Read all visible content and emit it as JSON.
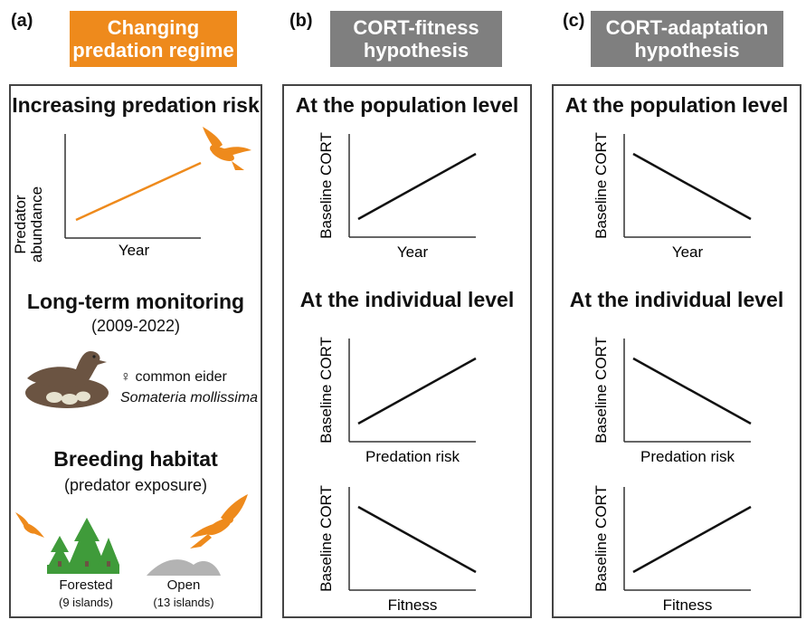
{
  "panels": {
    "a": {
      "letter": "(a)",
      "header": [
        "Changing",
        "predation regime"
      ],
      "risk_title": "Increasing predation risk",
      "risk_ylabel": [
        "Predator",
        "abundance"
      ],
      "risk_xlabel": "Year",
      "monitoring_title": "Long-term monitoring",
      "monitoring_years": "(2009-2022)",
      "species_common": "♀ common eider",
      "species_latin": "Somateria mollissima",
      "habitat_title": "Breeding habitat",
      "habitat_sub": "(predator exposure)",
      "forested_label": "Forested",
      "forested_count": "(9 islands)",
      "open_label": "Open",
      "open_count": "(13 islands)"
    },
    "b": {
      "letter": "(b)",
      "header": [
        "CORT-fitness",
        "hypothesis"
      ],
      "population_title": "At the population level",
      "individual_title": "At the individual level"
    },
    "c": {
      "letter": "(c)",
      "header": [
        "CORT-adaptation",
        "hypothesis"
      ],
      "population_title": "At the population level",
      "individual_title": "At the individual level"
    }
  },
  "colors": {
    "orange": "#ee8a1c",
    "gray_header": "#7f7f7f",
    "bird_brown": "#6b5442",
    "tree_green": "#3f9b3a"
  },
  "chart_data": [
    {
      "id": "a-predator",
      "type": "line",
      "xlabel": "Year",
      "ylabel": "Predator abundance",
      "trend": "increasing",
      "series": [
        {
          "values": [
            0,
            1
          ]
        }
      ]
    },
    {
      "id": "b-pop",
      "type": "line",
      "xlabel": "Year",
      "ylabel": "Baseline CORT",
      "trend": "increasing",
      "series": [
        {
          "values": [
            0,
            1
          ]
        }
      ]
    },
    {
      "id": "b-ind-risk",
      "type": "line",
      "xlabel": "Predation risk",
      "ylabel": "Baseline CORT",
      "trend": "increasing",
      "series": [
        {
          "values": [
            0,
            1
          ]
        }
      ]
    },
    {
      "id": "b-ind-fit",
      "type": "line",
      "xlabel": "Fitness",
      "ylabel": "Baseline CORT",
      "trend": "decreasing",
      "series": [
        {
          "values": [
            1,
            0
          ]
        }
      ]
    },
    {
      "id": "c-pop",
      "type": "line",
      "xlabel": "Year",
      "ylabel": "Baseline CORT",
      "trend": "decreasing",
      "series": [
        {
          "values": [
            1,
            0
          ]
        }
      ]
    },
    {
      "id": "c-ind-risk",
      "type": "line",
      "xlabel": "Predation risk",
      "ylabel": "Baseline CORT",
      "trend": "decreasing",
      "series": [
        {
          "values": [
            1,
            0
          ]
        }
      ]
    },
    {
      "id": "c-ind-fit",
      "type": "line",
      "xlabel": "Fitness",
      "ylabel": "Baseline CORT",
      "trend": "increasing",
      "series": [
        {
          "values": [
            0,
            1
          ]
        }
      ]
    }
  ]
}
